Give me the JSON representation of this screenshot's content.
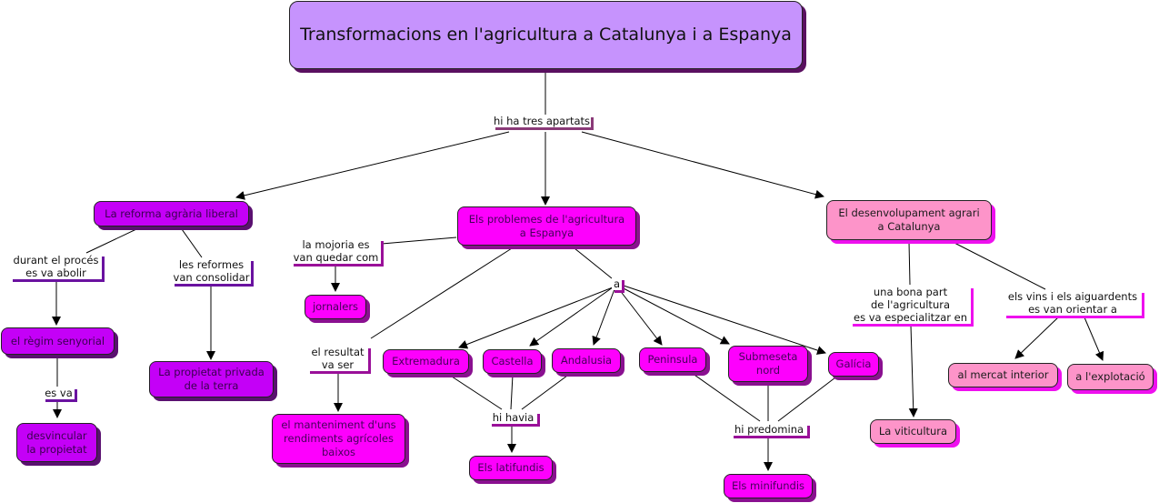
{
  "title": "Transformacions en l'agricultura a Catalunya i a Espanya",
  "colors": {
    "root": "#c693fd",
    "violet": "#c400f7",
    "magenta": "#fd00fd",
    "pink": "#fd94c9"
  },
  "links": {
    "tres_apartats": "hi ha tres apartats",
    "durant_proces": "durant el procés\nes va abolir",
    "reformes_consolidar": "les reformes\nvan consolidar",
    "es_va": "es va",
    "majoria": "la mojoria es\nvan quedar com",
    "resultat": "el resultat\nva ser",
    "a": "a",
    "hi_havia": "hi havia",
    "hi_predomina": "hi predomina",
    "bona_part": "una bona part\nde l'agricultura\nes va especialitzar en",
    "vins": "els vins i els aiguardents\nes van orientar a"
  },
  "nodes": {
    "reforma": "La reforma agrària liberal",
    "problemes": "Els problemes de l'agricultura\na Espanya",
    "desenvolupament": "El desenvolupament agrari\na Catalunya",
    "regim": "el règim senyorial",
    "propietat_privada": "La propietat privada\nde la terra",
    "desvincular": "desvincular\nla propietat",
    "jornalers": "jornalers",
    "manteniment": "el manteniment d'uns\nrendiments agrícoles\nbaixos",
    "extremadura": "Extremadura",
    "castella": "Castella",
    "andalusia": "Andalusia",
    "peninsula": "Peninsula",
    "submeseta": "Submeseta\nnord",
    "galicia": "Galícia",
    "latifundis": "Els latifundis",
    "minifundis": "Els minifundis",
    "viticultura": "La viticultura",
    "mercat": "al mercat interior",
    "explotacio": "a l'explotació"
  }
}
